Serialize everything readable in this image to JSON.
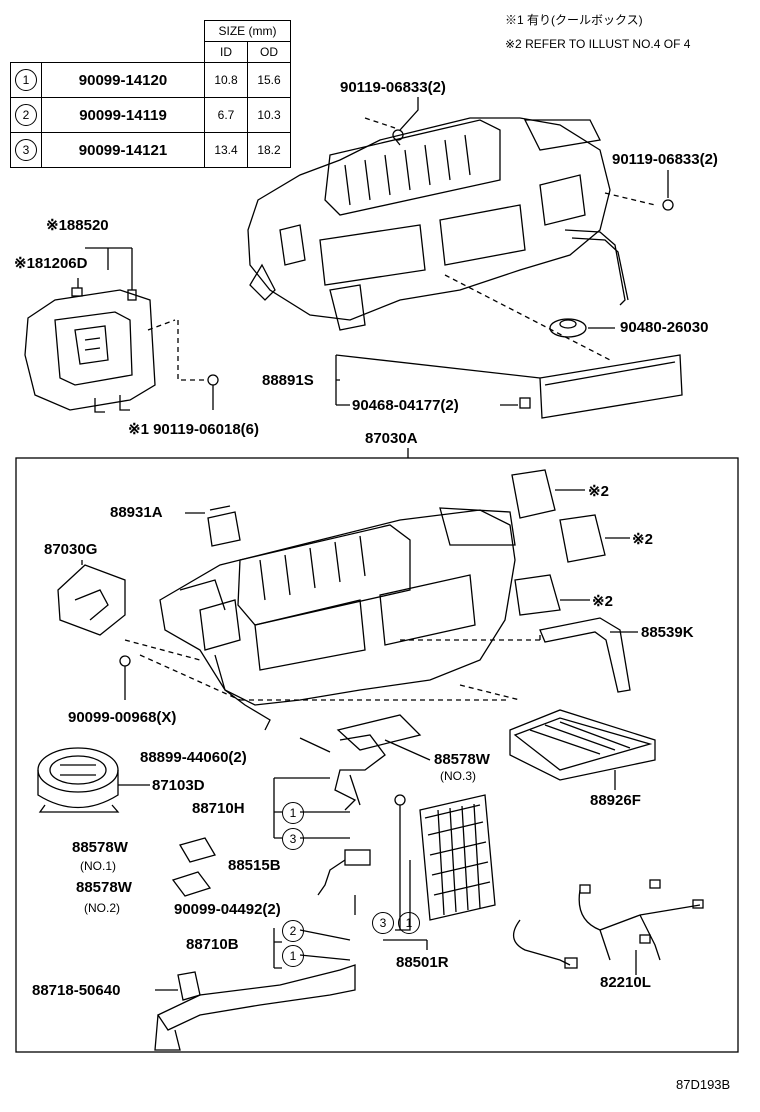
{
  "size_table": {
    "header": "SIZE (mm)",
    "col_id": "ID",
    "col_od": "OD",
    "rows": [
      {
        "ref": "1",
        "part": "90099-14120",
        "id": "10.8",
        "od": "15.6"
      },
      {
        "ref": "2",
        "part": "90099-14119",
        "id": "6.7",
        "od": "10.3"
      },
      {
        "ref": "3",
        "part": "90099-14121",
        "id": "13.4",
        "od": "18.2"
      }
    ]
  },
  "notes": {
    "note1": "※1 有り(クールボックス)",
    "note2": "※2 REFER TO ILLUST NO.4 OF 4"
  },
  "labels": {
    "p_90119_06833_a": "90119-06833(2)",
    "p_90119_06833_b": "90119-06833(2)",
    "p_88520": "※188520",
    "p_81206d": "※181206D",
    "p_90480": "90480-26030",
    "p_88891s": "88891S",
    "p_90468": "90468-04177(2)",
    "p_90119_06018": "※1 90119-06018(6)",
    "p_87030a": "87030A",
    "p_88931a": "88931A",
    "p_87030g": "87030G",
    "p_note2_1": "※2",
    "p_note2_2": "※2",
    "p_note2_3": "※2",
    "p_88539k": "88539K",
    "p_90099_00968": "90099-00968(X)",
    "p_88899": "88899-44060(2)",
    "p_88578w_a": "88578W",
    "p_no3": "(NO.3)",
    "p_87103d": "87103D",
    "p_88710h": "88710H",
    "p_88926f": "88926F",
    "p_88578w_b": "88578W",
    "p_no1": "(NO.1)",
    "p_88515b": "88515B",
    "p_88578w_c": "88578W",
    "p_no2": "(NO.2)",
    "p_90099_04492": "90099-04492(2)",
    "p_88710b": "88710B",
    "p_88501r": "88501R",
    "p_82210l": "82210L",
    "p_88718": "88718-50640",
    "circ_1": "1",
    "circ_2": "2",
    "circ_3": "3",
    "ref_code": "87D193B"
  }
}
